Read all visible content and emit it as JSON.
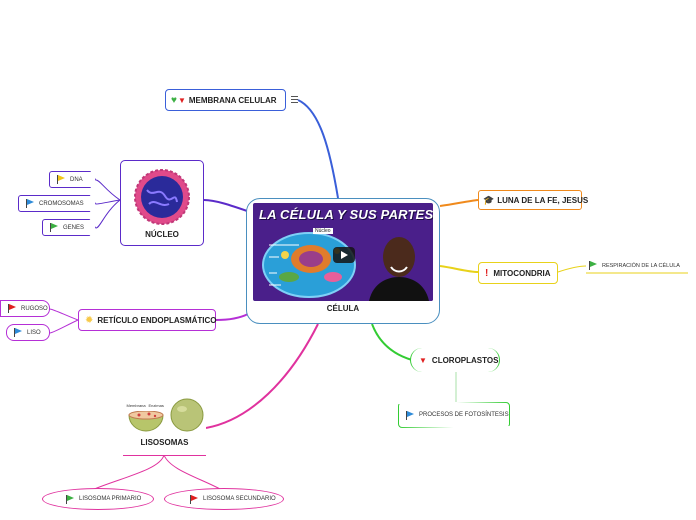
{
  "central": {
    "label": "CÉLULA",
    "thumbnail_title": "LA CÉLULA Y SUS PARTES",
    "thumbnail_tag": "Núcleo"
  },
  "membrana": {
    "label": "MEMBRANA CELULAR"
  },
  "nucleo": {
    "label": "NÚCLEO",
    "children": [
      {
        "label": "DNA"
      },
      {
        "label": "CROMOSOMAS"
      },
      {
        "label": "GENES"
      }
    ]
  },
  "reticulo": {
    "label": "RETÍCULO ENDOPLASMÁTICO",
    "children": [
      {
        "label": "RUGOSO"
      },
      {
        "label": "LISO"
      }
    ]
  },
  "lisosomas": {
    "label": "LISOSOMAS",
    "image_labels": [
      "Membrana",
      "Enzimas"
    ],
    "children": [
      {
        "label": "LISOSOMA PRIMARIO"
      },
      {
        "label": "LISOSOMA SECUNDARIO"
      }
    ]
  },
  "luna": {
    "label": "LUNA DE LA FE, JESUS"
  },
  "mitocondria": {
    "label": "MITOCONDRIA",
    "children": [
      {
        "label": "RESPIRACIÓN DE LA CÉLULA"
      }
    ]
  },
  "cloroplastos": {
    "label": "CLOROPLASTOS",
    "children": [
      {
        "label": "PROCESOS DE FOTOSÍNTESIS"
      }
    ]
  },
  "colors": {
    "membrana": "#3a5fd9",
    "nucleo": "#5b2bc9",
    "reticulo": "#b52fd6",
    "lisosomas": "#e0329e",
    "luna": "#f08a1c",
    "mitocondria": "#e8d21a",
    "cloroplastos": "#33cc33",
    "central": "#4a8fbf"
  }
}
